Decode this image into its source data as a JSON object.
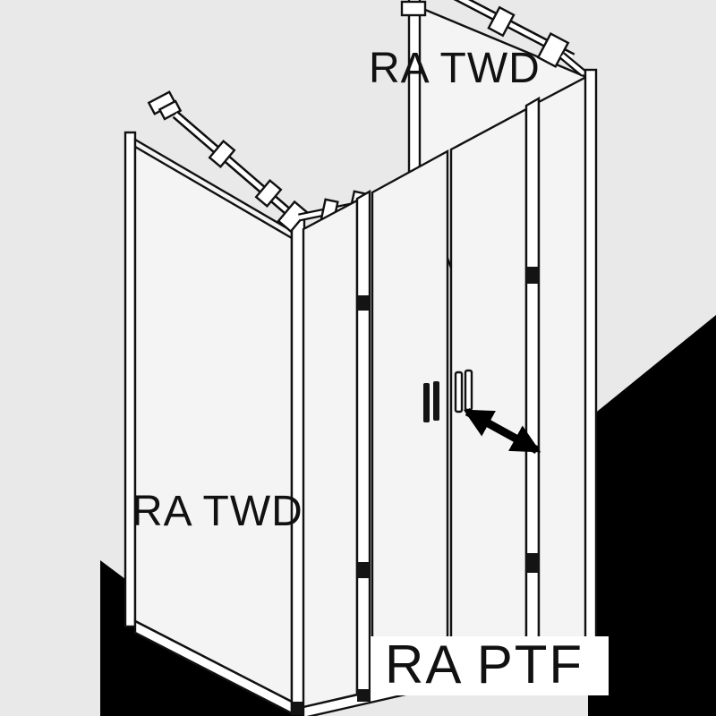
{
  "labels": {
    "right_side_wall": "RA TWD",
    "left_side_wall": "RA TWD",
    "front_door": "RA PTF"
  },
  "colors": {
    "background": "#e9e9e9",
    "black_region": "#000000",
    "line": "#111111",
    "glass": "#f4f4f4",
    "label_box": "#ffffff",
    "text": "#111111"
  }
}
